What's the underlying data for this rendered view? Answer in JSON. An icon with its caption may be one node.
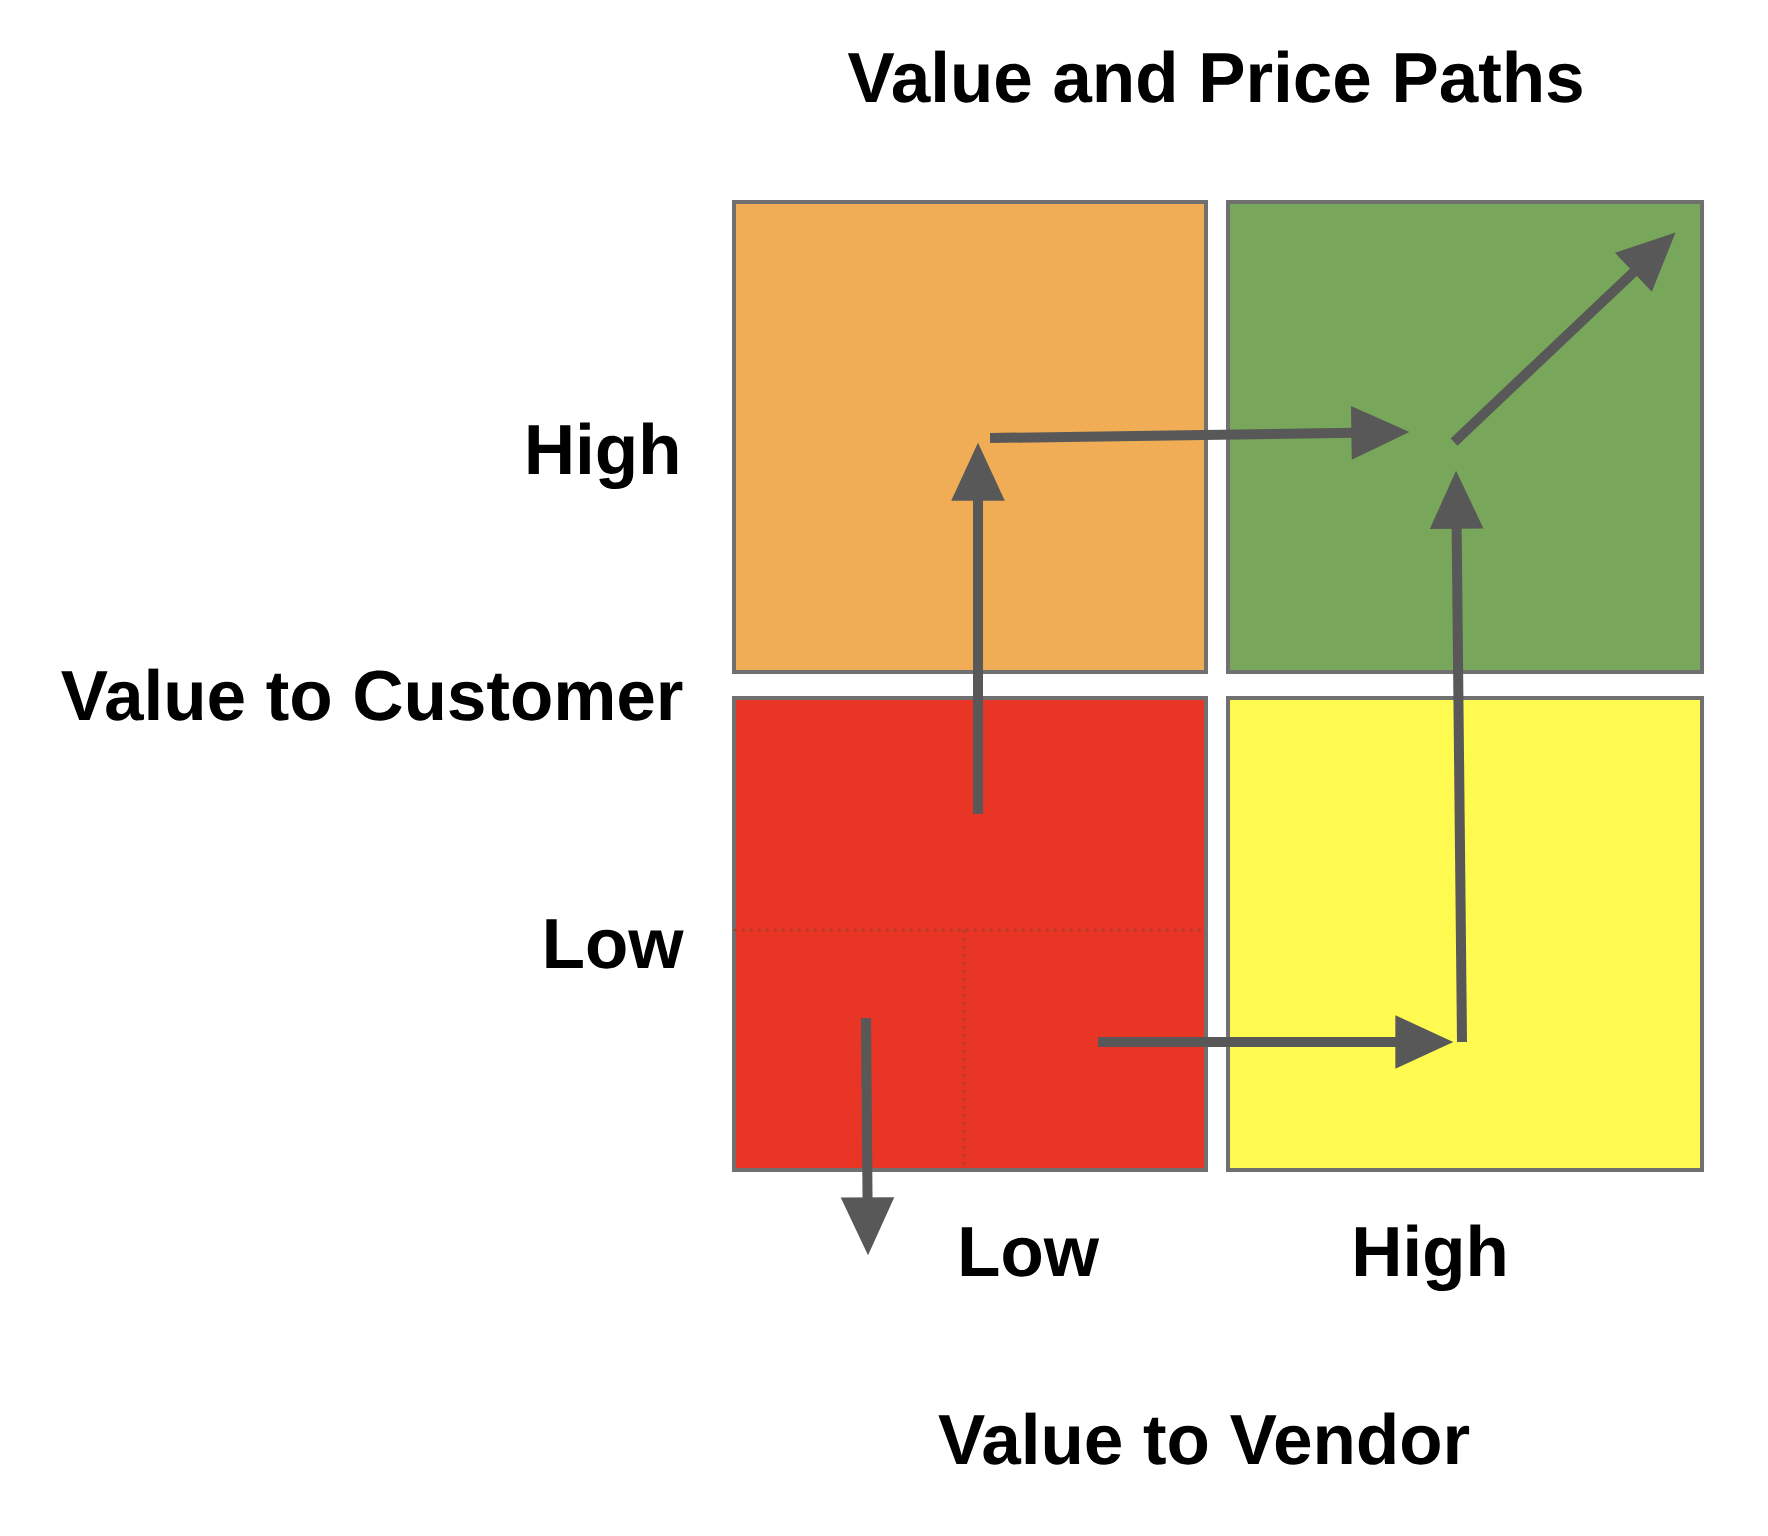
{
  "diagram": {
    "title": "Value and Price Paths",
    "nodes": [
      {
        "text": [],
        "shape": "box"
      },
      {
        "text": [],
        "shape": "box"
      },
      {
        "text": [],
        "shape": "box"
      },
      {
        "text": [],
        "shape": "box"
      }
    ],
    "edges": [
      {
        "from": 2,
        "to": 0,
        "arrow": "to"
      },
      {
        "from": 0,
        "to": 1,
        "arrow": "to"
      },
      {
        "from": 2,
        "to": 3,
        "arrow": "to"
      },
      {
        "from": 3,
        "to": 1,
        "arrow": "to"
      },
      {
        "from": 1,
        "to": null,
        "arrow": "to"
      },
      {
        "from": 2,
        "to": null,
        "arrow": "to"
      }
    ],
    "labels": [
      "High",
      "Value to Customer",
      "Low",
      "Low",
      "High",
      "Value to Vendor"
    ]
  }
}
